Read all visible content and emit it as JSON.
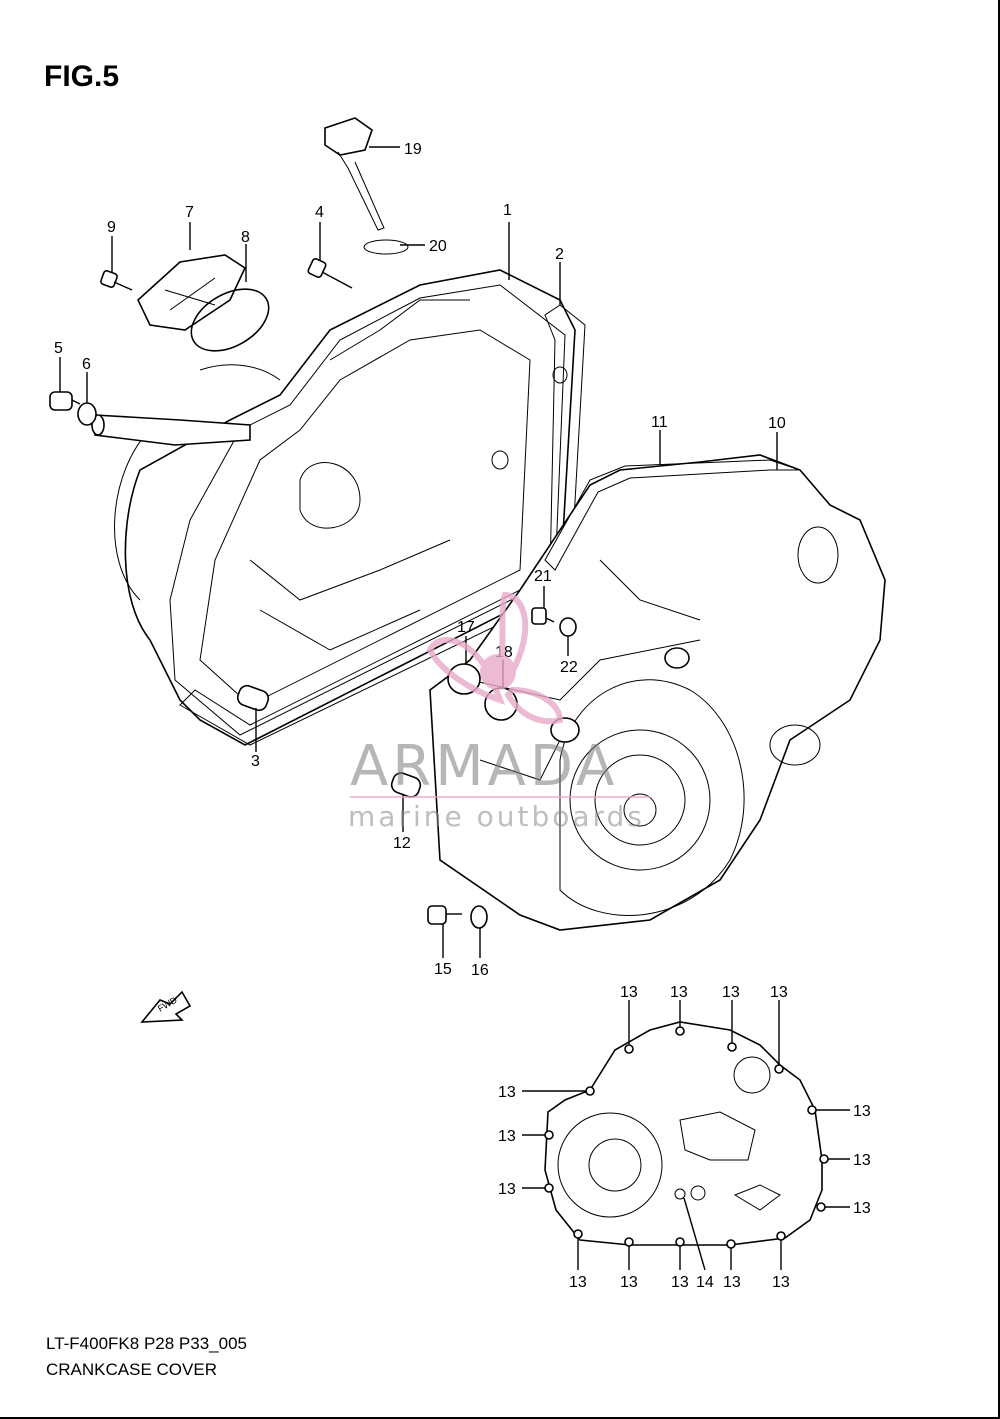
{
  "figure": {
    "title": "FIG.5"
  },
  "footer": {
    "model": "LT-F400FK8 P28 P33_005",
    "caption": "CRANKCASE COVER"
  },
  "fwd_arrow_label": "FWD",
  "watermark": {
    "brand": "ARMADA",
    "tagline": "marine outboards",
    "color_primary": "#e8a9c8",
    "color_text": "#7b7b7b"
  },
  "callouts": {
    "c1": "1",
    "c2": "2",
    "c3": "3",
    "c4": "4",
    "c5": "5",
    "c6": "6",
    "c7": "7",
    "c8": "8",
    "c9": "9",
    "c10": "10",
    "c11": "11",
    "c12": "12",
    "c14": "14",
    "c15": "15",
    "c16": "16",
    "c17": "17",
    "c18": "18",
    "c19": "19",
    "c20": "20",
    "c21": "21",
    "c22": "22",
    "c13": "13"
  }
}
